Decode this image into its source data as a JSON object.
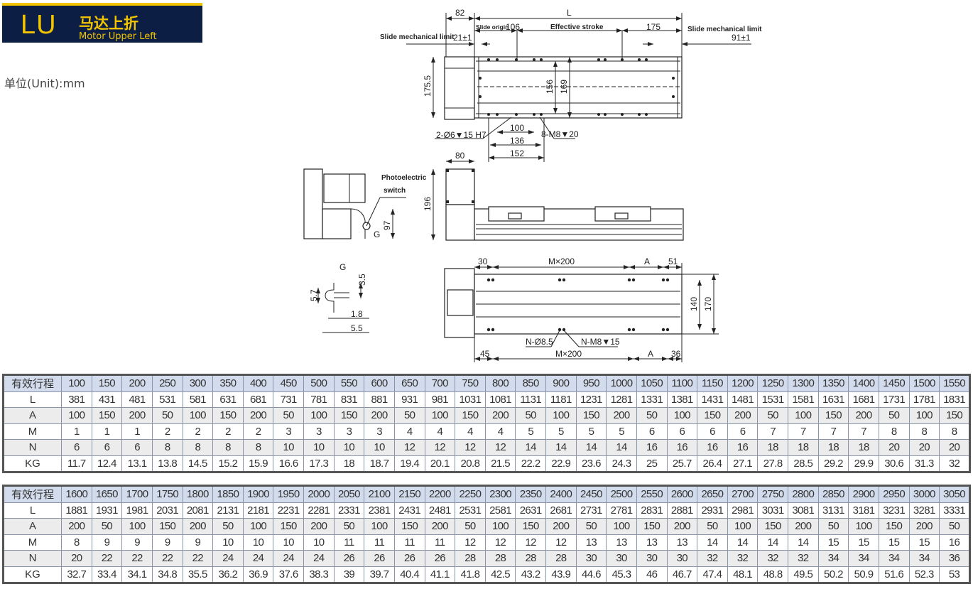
{
  "header": {
    "code": "LU",
    "title_cn": "马达上折",
    "title_en": "Motor Upper Left"
  },
  "unit_label": "单位(Unit):mm",
  "drawing": {
    "top_view": {
      "dim_82": "82",
      "dim_L": "L",
      "slide_origin": "Slide origin",
      "dim_106": "106",
      "effective_stroke": "Effective stroke",
      "dim_175": "175",
      "slide_limit_left": "Slide mechanical limit",
      "tol_left": "21±1",
      "slide_limit_right": "Slide mechanical limit",
      "tol_right": "91±1",
      "dim_175_5": "175.5",
      "dim_156": "156",
      "dim_169": "169",
      "pin_hole": "2-Ø6▼15 H7",
      "dim_100": "100",
      "dim_136": "136",
      "tap_hole": "8-M8▼20",
      "dim_152": "152"
    },
    "side_view": {
      "dim_80": "80",
      "dim_196": "196",
      "photo_1": "Photoelectric",
      "photo_2": "switch",
      "dim_97": "97",
      "g_mark": "G"
    },
    "detail_g": {
      "title": "G",
      "dim_3_5": "3.5",
      "dim_5_7": "5.7",
      "dim_1_8": "1.8",
      "dim_5_5": "5.5"
    },
    "bottom_view": {
      "dim_30": "30",
      "mx200_top": "M×200",
      "a_top": "A",
      "dim_51": "51",
      "dim_140": "140",
      "dim_170": "170",
      "n_hole": "N-Ø8.5",
      "n_tap": "N-M8▼15",
      "dim_45": "45",
      "mx200_bottom": "M×200",
      "a_bottom": "A",
      "dim_36": "36"
    }
  },
  "tables": [
    {
      "rows": [
        {
          "label": "有效行程",
          "values": [
            "100",
            "150",
            "200",
            "250",
            "300",
            "350",
            "400",
            "450",
            "500",
            "550",
            "600",
            "650",
            "700",
            "750",
            "800",
            "850",
            "900",
            "950",
            "1000",
            "1050",
            "1100",
            "1150",
            "1200",
            "1250",
            "1300",
            "1350",
            "1400",
            "1450",
            "1500",
            "1550"
          ]
        },
        {
          "label": "L",
          "values": [
            "381",
            "431",
            "481",
            "531",
            "581",
            "631",
            "681",
            "731",
            "781",
            "831",
            "881",
            "931",
            "981",
            "1031",
            "1081",
            "1131",
            "1181",
            "1231",
            "1281",
            "1331",
            "1381",
            "1431",
            "1481",
            "1531",
            "1581",
            "1631",
            "1681",
            "1731",
            "1781",
            "1831"
          ]
        },
        {
          "label": "A",
          "values": [
            "100",
            "150",
            "200",
            "50",
            "100",
            "150",
            "200",
            "50",
            "100",
            "150",
            "200",
            "50",
            "100",
            "150",
            "200",
            "50",
            "100",
            "150",
            "200",
            "50",
            "100",
            "150",
            "200",
            "50",
            "100",
            "150",
            "200",
            "50",
            "100",
            "150"
          ]
        },
        {
          "label": "M",
          "values": [
            "1",
            "1",
            "1",
            "2",
            "2",
            "2",
            "2",
            "3",
            "3",
            "3",
            "3",
            "4",
            "4",
            "4",
            "4",
            "5",
            "5",
            "5",
            "5",
            "6",
            "6",
            "6",
            "6",
            "7",
            "7",
            "7",
            "7",
            "8",
            "8",
            "8"
          ]
        },
        {
          "label": "N",
          "values": [
            "6",
            "6",
            "6",
            "8",
            "8",
            "8",
            "8",
            "10",
            "10",
            "10",
            "10",
            "12",
            "12",
            "12",
            "12",
            "14",
            "14",
            "14",
            "14",
            "16",
            "16",
            "16",
            "16",
            "18",
            "18",
            "18",
            "18",
            "20",
            "20",
            "20"
          ]
        },
        {
          "label": "KG",
          "values": [
            "11.7",
            "12.4",
            "13.1",
            "13.8",
            "14.5",
            "15.2",
            "15.9",
            "16.6",
            "17.3",
            "18",
            "18.7",
            "19.4",
            "20.1",
            "20.8",
            "21.5",
            "22.2",
            "22.9",
            "23.6",
            "24.3",
            "25",
            "25.7",
            "26.4",
            "27.1",
            "27.8",
            "28.5",
            "29.2",
            "29.9",
            "30.6",
            "31.3",
            "32"
          ]
        }
      ]
    },
    {
      "rows": [
        {
          "label": "有效行程",
          "values": [
            "1600",
            "1650",
            "1700",
            "1750",
            "1800",
            "1850",
            "1900",
            "1950",
            "2000",
            "2050",
            "2100",
            "2150",
            "2200",
            "2250",
            "2300",
            "2350",
            "2400",
            "2450",
            "2500",
            "2550",
            "2600",
            "2650",
            "2700",
            "2750",
            "2800",
            "2850",
            "2900",
            "2950",
            "3000",
            "3050"
          ]
        },
        {
          "label": "L",
          "values": [
            "1881",
            "1931",
            "1981",
            "2031",
            "2081",
            "2131",
            "2181",
            "2231",
            "2281",
            "2331",
            "2381",
            "2431",
            "2481",
            "2531",
            "2581",
            "2631",
            "2681",
            "2731",
            "2781",
            "2831",
            "2881",
            "2931",
            "2981",
            "3031",
            "3081",
            "3131",
            "3181",
            "3231",
            "3281",
            "3331"
          ]
        },
        {
          "label": "A",
          "values": [
            "200",
            "50",
            "100",
            "150",
            "200",
            "50",
            "100",
            "150",
            "200",
            "50",
            "100",
            "150",
            "200",
            "50",
            "100",
            "150",
            "200",
            "50",
            "100",
            "150",
            "200",
            "50",
            "100",
            "150",
            "200",
            "50",
            "100",
            "150",
            "200",
            "50"
          ]
        },
        {
          "label": "M",
          "values": [
            "8",
            "9",
            "9",
            "9",
            "9",
            "10",
            "10",
            "10",
            "10",
            "11",
            "11",
            "11",
            "11",
            "12",
            "12",
            "12",
            "12",
            "13",
            "13",
            "13",
            "13",
            "14",
            "14",
            "14",
            "14",
            "15",
            "15",
            "15",
            "15",
            "16"
          ]
        },
        {
          "label": "N",
          "values": [
            "20",
            "22",
            "22",
            "22",
            "22",
            "24",
            "24",
            "24",
            "24",
            "26",
            "26",
            "26",
            "26",
            "28",
            "28",
            "28",
            "28",
            "30",
            "30",
            "30",
            "30",
            "32",
            "32",
            "32",
            "32",
            "34",
            "34",
            "34",
            "34",
            "36"
          ]
        },
        {
          "label": "KG",
          "values": [
            "32.7",
            "33.4",
            "34.1",
            "34.8",
            "35.5",
            "36.2",
            "36.9",
            "37.6",
            "38.3",
            "39",
            "39.7",
            "40.4",
            "41.1",
            "41.8",
            "42.5",
            "43.2",
            "43.9",
            "44.6",
            "45.3",
            "46",
            "46.7",
            "47.4",
            "48.1",
            "48.8",
            "49.5",
            "50.2",
            "50.9",
            "51.6",
            "52.3",
            "53"
          ]
        }
      ]
    }
  ]
}
